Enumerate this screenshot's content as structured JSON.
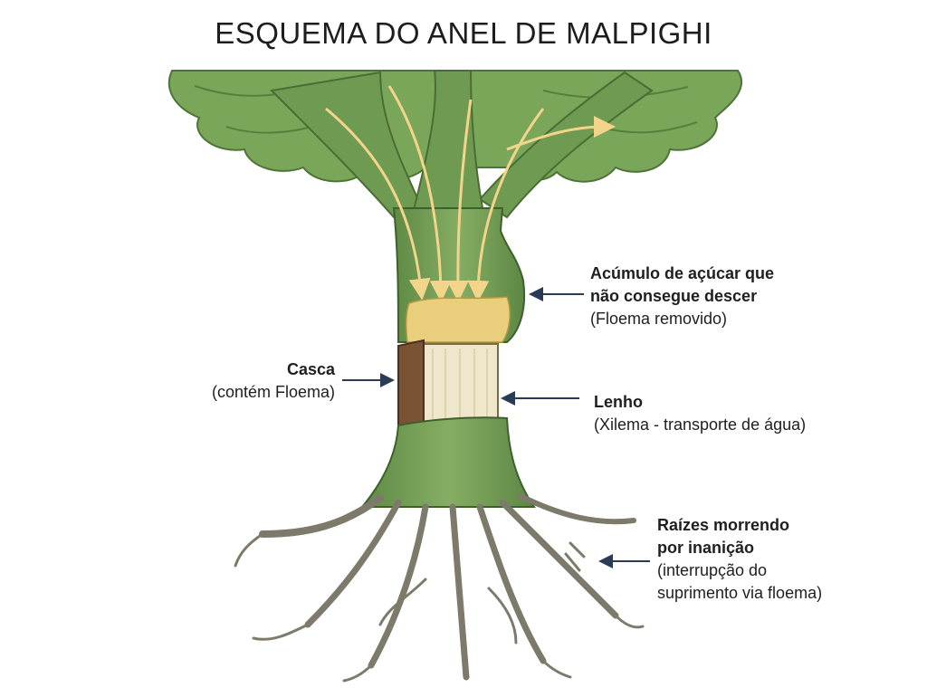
{
  "title": "ESQUEMA DO ANEL DE MALPIGHI",
  "labels": {
    "accumulation": {
      "line1": "Acúmulo de açúcar que",
      "line2": "não consegue descer",
      "line3": "(Floema removido)"
    },
    "bark": {
      "line1": "Casca",
      "line2": "(contém Floema)"
    },
    "wood": {
      "line1": "Lenho",
      "line2": "(Xilema - transporte de água)"
    },
    "roots": {
      "line1": "Raízes morrendo",
      "line2": "por inanição",
      "line3": "(interrupção do",
      "line4": "suprimento via floema)"
    }
  },
  "colors": {
    "foliage": "#7aa65a",
    "foliage_dark": "#567f3e",
    "trunk": "#6f9a52",
    "sap_arrow": "#f2d58a",
    "sugar": "#e9cf7c",
    "wood": "#efe6cc",
    "bark": "#7a5335",
    "roots": "#7d7a6c",
    "arrow": "#2a3b55"
  }
}
